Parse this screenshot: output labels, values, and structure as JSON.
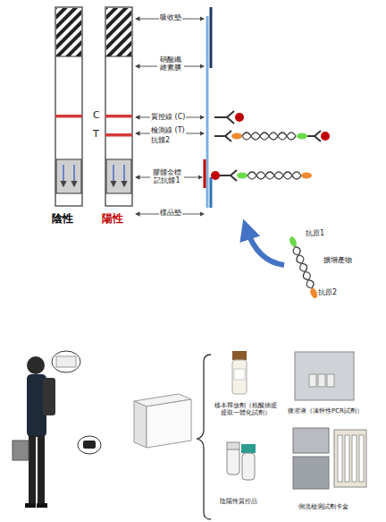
{
  "diagram": {
    "labels": [
      "陰性",
      "陽性",
      "C",
      "T",
      "吸收墊",
      "硝酸纖維素膜",
      "質控線 (C)",
      "檢測線 (T)",
      "抗體2",
      "膠體金標記抗體1",
      "樣品墊",
      "抗原1",
      "擴增產物",
      "抗原2",
      "樣本釋放劑（核酸抽提提取一體化試劑）",
      "陰陽性質控品",
      "復溶液（凍幹性PCR試劑）",
      "側流檢測試劑卡盒"
    ]
  }
}
